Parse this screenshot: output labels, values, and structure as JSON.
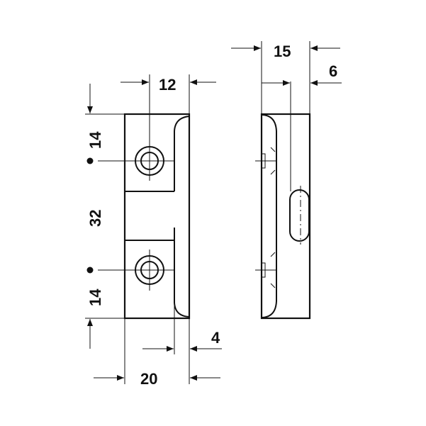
{
  "drawing": {
    "line_color": "#111111",
    "background": "#ffffff",
    "front_view": {
      "dims": {
        "top_width": "12",
        "top_offset": "14",
        "hole_spacing": "32",
        "bottom_offset": "14",
        "lip": "4",
        "overall_width": "20"
      }
    },
    "side_view": {
      "dims": {
        "overall_depth": "15",
        "slot_offset": "6"
      }
    }
  }
}
